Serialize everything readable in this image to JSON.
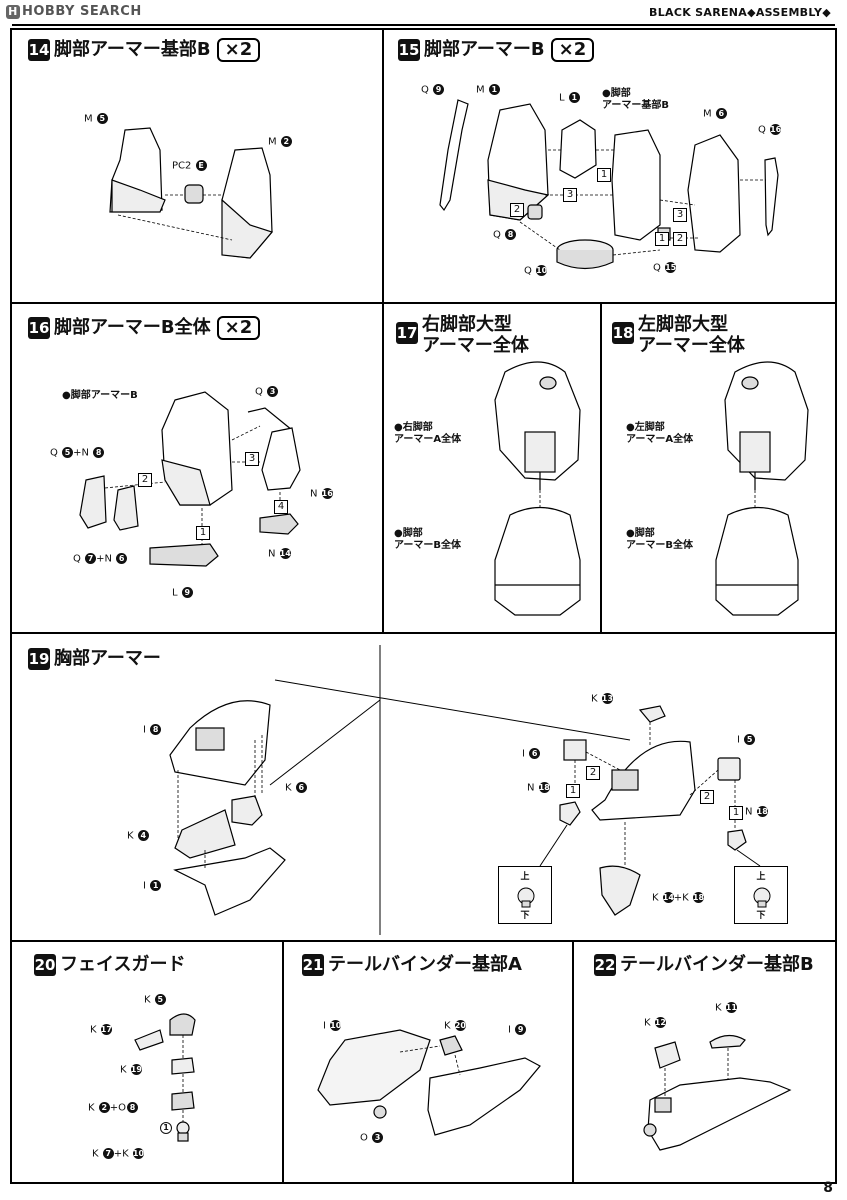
{
  "header": {
    "logo_mark": "H",
    "logo_text": "HOBBY SEARCH",
    "right_text": "BLACK SARENA◆ASSEMBLY◆"
  },
  "page_number": "8",
  "steps": [
    {
      "number": "14",
      "title": "脚部アーマー基部B",
      "quantity": "×2",
      "labels": {
        "m5": "M",
        "m5n": "5",
        "pc2": "PC2",
        "pc2n": "E",
        "m2": "M",
        "m2n": "2"
      }
    },
    {
      "number": "15",
      "title": "脚部アーマーB",
      "quantity": "×2",
      "labels": {
        "q9": "Q",
        "q9n": "9",
        "m1": "M",
        "m1n": "1",
        "l1": "L",
        "l1n": "1",
        "base_b": "●脚部",
        "base_b2": "アーマー基部B",
        "m6": "M",
        "m6n": "6",
        "q16": "Q",
        "q16n": "16",
        "q8": "Q",
        "q8n": "8",
        "q10": "Q",
        "q10n": "10",
        "q15": "Q",
        "q15n": "15"
      },
      "steps": [
        "1",
        "2",
        "3",
        "3",
        "2",
        "1"
      ]
    },
    {
      "number": "16",
      "title": "脚部アーマーB全体",
      "quantity": "×2",
      "labels": {
        "armor_b": "●脚部アーマーB",
        "q3": "Q",
        "q3n": "3",
        "q5n8": "Q",
        "q5n8a": "5",
        "q5n8b": "+N",
        "q5n8c": "8",
        "n16": "N",
        "n16n": "16",
        "q7n6": "Q",
        "q7n6a": "7",
        "q7n6b": "+N",
        "q7n6c": "6",
        "n14": "N",
        "n14n": "14",
        "l9": "L",
        "l9n": "9"
      },
      "steps": [
        "2",
        "3",
        "4",
        "1"
      ]
    },
    {
      "number": "17",
      "title_line1": "右脚部大型",
      "title_line2": "アーマー全体",
      "labels": {
        "upper1": "●右脚部",
        "upper2": "アーマーA全体",
        "lower1": "●脚部",
        "lower2": "アーマーB全体"
      }
    },
    {
      "number": "18",
      "title_line1": "左脚部大型",
      "title_line2": "アーマー全体",
      "labels": {
        "upper1": "●左脚部",
        "upper2": "アーマーA全体",
        "lower1": "●脚部",
        "lower2": "アーマーB全体"
      }
    },
    {
      "number": "19",
      "title": "胸部アーマー",
      "labels": {
        "i8": "I",
        "i8n": "8",
        "k6": "K",
        "k6n": "6",
        "k4": "K",
        "k4n": "4",
        "i1": "I",
        "i1n": "1",
        "k13": "K",
        "k13n": "13",
        "i6": "I",
        "i6n": "6",
        "i5": "I",
        "i5n": "5",
        "n18a": "N",
        "n18an": "18",
        "n18b": "N",
        "n18bn": "18",
        "k14k18": "K",
        "k14k18a": "14",
        "k14k18b": "+K",
        "k14k18c": "18",
        "up": "上",
        "down": "下"
      },
      "steps": [
        "2",
        "1",
        "2",
        "1"
      ]
    },
    {
      "number": "20",
      "title": "フェイスガード",
      "labels": {
        "k5": "K",
        "k5n": "5",
        "k17": "K",
        "k17n": "17",
        "k19": "K",
        "k19n": "19",
        "k2o8": "K",
        "k2o8a": "2",
        "k2o8b": "+O",
        "k2o8c": "8",
        "step1": "1",
        "k7k10": "K",
        "k7k10a": "7",
        "k7k10b": "+K",
        "k7k10c": "10"
      }
    },
    {
      "number": "21",
      "title": "テールバインダー基部A",
      "labels": {
        "i10": "I",
        "i10n": "10",
        "k20": "K",
        "k20n": "20",
        "i9": "I",
        "i9n": "9",
        "o3": "O",
        "o3n": "3"
      }
    },
    {
      "number": "22",
      "title": "テールバインダー基部B",
      "labels": {
        "k12": "K",
        "k12n": "12",
        "k11": "K",
        "k11n": "11"
      }
    }
  ]
}
